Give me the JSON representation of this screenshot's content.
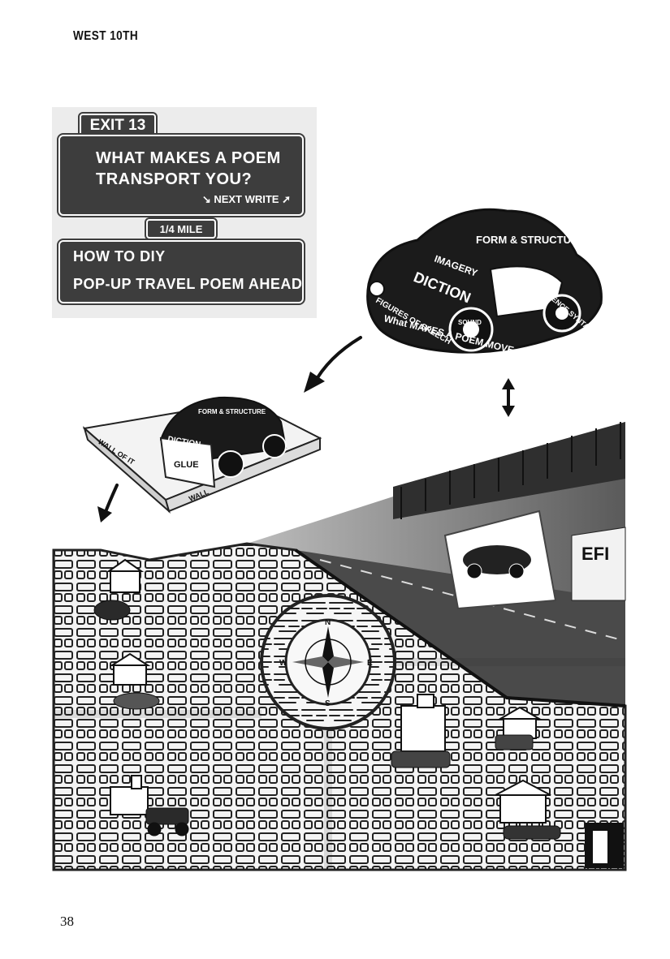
{
  "header": {
    "running_head": "WEST 10TH"
  },
  "footer": {
    "page_number": "38"
  },
  "sign": {
    "exit_label": "EXIT 13",
    "question_line1": "WHAT MAKES A POEM",
    "question_line2": "TRANSPORT YOU?",
    "next_write": "↘ NEXT WRITE ➚",
    "mile_label": "1/4 MILE",
    "lower_line1": "HOW TO DIY",
    "lower_line2": "POP-UP TRAVEL POEM AHEAD"
  },
  "car_big": {
    "roof_label": "FORM & STRUCTURE",
    "imagery": "IMAGERY",
    "diction": "DICTION",
    "figures": "FIGURES OF SPEECH",
    "sound": "SOUND",
    "sentence": "SENTENCE SYNTAX",
    "bottom_text": "What MAKES A POEM MOVE"
  },
  "car_small": {
    "roof_label": "FORM & STRUCTURE",
    "diction": "DICTION",
    "glue": "GLUE",
    "base_text": "WALL OF IT",
    "base_text2": "WALL"
  },
  "compass": {
    "n": "N",
    "s": "S",
    "e": "E",
    "w": "W"
  },
  "street_sign": {
    "text": "EFI"
  }
}
